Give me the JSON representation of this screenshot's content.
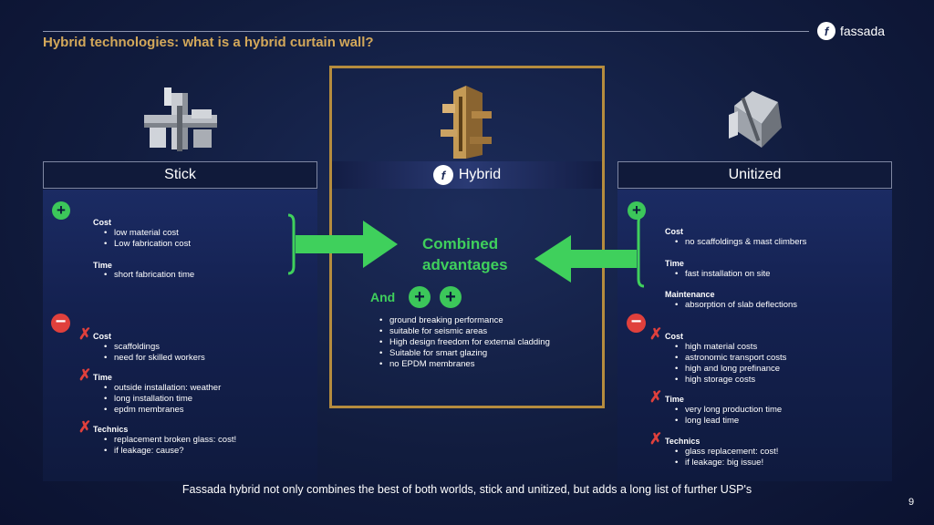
{
  "header": {
    "title": "Hybrid technologies: what is a hybrid curtain wall?",
    "logo_text": "fassada",
    "logo_mark": "f"
  },
  "columns": {
    "stick": {
      "title": "Stick",
      "pros": {
        "symbol": "+",
        "groups": [
          {
            "heading": "Cost",
            "items": [
              "low material cost",
              "Low fabrication cost"
            ]
          },
          {
            "heading": "Time",
            "items": [
              "short fabrication time"
            ]
          }
        ]
      },
      "cons": {
        "symbol": "−",
        "groups": [
          {
            "heading": "Cost",
            "items": [
              "scaffoldings",
              "need for skilled workers"
            ]
          },
          {
            "heading": "Time",
            "items": [
              "outside installation: weather",
              "long installation time",
              "epdm membranes"
            ]
          },
          {
            "heading": "Technics",
            "items": [
              "replacement broken glass: cost!",
              "if leakage: cause?"
            ]
          }
        ]
      }
    },
    "hybrid": {
      "title": "Hybrid",
      "combined_line1": "Combined",
      "combined_line2": "advantages",
      "and_label": "And",
      "extra_items": [
        "ground breaking performance",
        "suitable for seismic areas",
        "High design freedom for external cladding",
        "Suitable for smart glazing",
        "no EPDM membranes"
      ]
    },
    "unitized": {
      "title": "Unitized",
      "pros": {
        "symbol": "+",
        "groups": [
          {
            "heading": "Cost",
            "items": [
              "no scaffoldings & mast climbers"
            ]
          },
          {
            "heading": "Time",
            "items": [
              "fast installation on site"
            ]
          },
          {
            "heading": "Maintenance",
            "items": [
              "absorption of slab deflections"
            ]
          }
        ]
      },
      "cons": {
        "symbol": "−",
        "groups": [
          {
            "heading": "Cost",
            "items": [
              "high material costs",
              "astronomic transport costs",
              "high and long prefinance",
              "high storage costs"
            ]
          },
          {
            "heading": "Time",
            "items": [
              "very long production time",
              "long lead time"
            ]
          },
          {
            "heading": "Technics",
            "items": [
              "glass replacement: cost!",
              "if leakage: big issue!"
            ]
          }
        ]
      }
    }
  },
  "footer": {
    "text": "Fassada hybrid not only combines the best of both worlds, stick and unitized, but adds a long list of further USP's",
    "page_number": "9"
  },
  "colors": {
    "gold": "#d3a85a",
    "green": "#3fd05c",
    "red": "#e0403c",
    "background": "#111c3e"
  },
  "icons": [
    "stick-profile-icon",
    "hybrid-profile-icon",
    "unitized-profile-icon",
    "arrow-right-icon",
    "arrow-left-icon",
    "plus-icon",
    "minus-icon",
    "cross-icon"
  ]
}
